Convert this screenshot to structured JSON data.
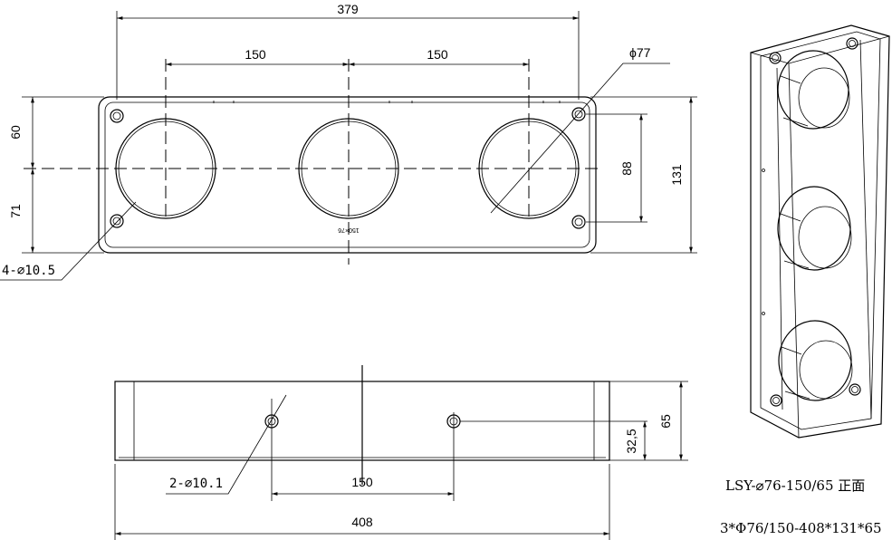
{
  "top_view": {
    "dim_total_width": "379",
    "dim_spacing_left": "150",
    "dim_spacing_right": "150",
    "dim_hole_dia": "ϕ77",
    "dim_upper_height": "60",
    "dim_lower_height": "71",
    "dim_hole_pitch_v": "88",
    "dim_total_height": "131",
    "dim_mount_holes": "4-⌀10.5",
    "inner_label": "150×76"
  },
  "side_view": {
    "dim_height": "65",
    "dim_hole_height": "32,5",
    "dim_hole_spacing": "150",
    "dim_total_width": "408",
    "dim_side_holes": "2-⌀10.1"
  },
  "caption": {
    "line1": "LSY-⌀76-150/65 正面",
    "line2": "3*Φ76/150-408*131*65"
  }
}
